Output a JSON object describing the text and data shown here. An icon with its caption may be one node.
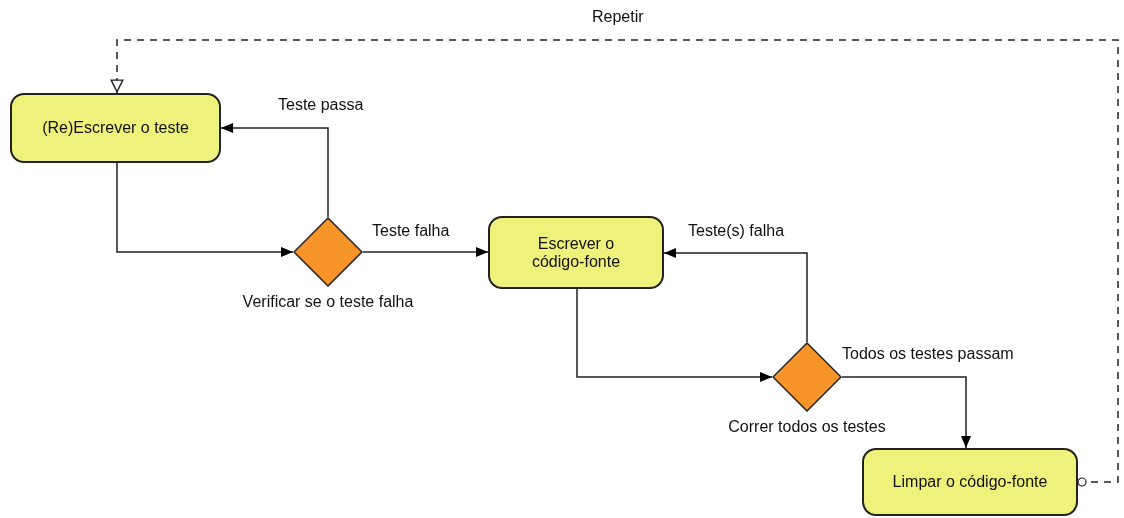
{
  "diagram": {
    "nodes": [
      {
        "text": [
          "(Re)Escrever o teste"
        ]
      },
      {
        "text": [],
        "shape": "diamond",
        "beside": [
          "Verificar se o teste falha"
        ]
      },
      {
        "text": [
          "Escrever o código-fonte"
        ]
      },
      {
        "text": [],
        "shape": "diamond",
        "beside": [
          "Correr todos os testes"
        ]
      },
      {
        "text": [
          "Limpar o código-fonte"
        ]
      }
    ],
    "edges": [
      {
        "from": 0,
        "to": 1,
        "arrow": "to"
      },
      {
        "from": 1,
        "to": 0,
        "arrow": "to",
        "label": "Teste passa"
      },
      {
        "from": 1,
        "to": 2,
        "arrow": "to",
        "label": "Teste falha"
      },
      {
        "from": 2,
        "to": 3,
        "arrow": "to"
      },
      {
        "from": 3,
        "to": 2,
        "arrow": "to",
        "label": "Teste(s) falha"
      },
      {
        "from": 3,
        "to": 4,
        "arrow": "to",
        "label": "Todos os testes passam"
      },
      {
        "from": 4,
        "to": 0,
        "arrow": "to",
        "label": "Repetir",
        "style": "dashed"
      }
    ]
  }
}
